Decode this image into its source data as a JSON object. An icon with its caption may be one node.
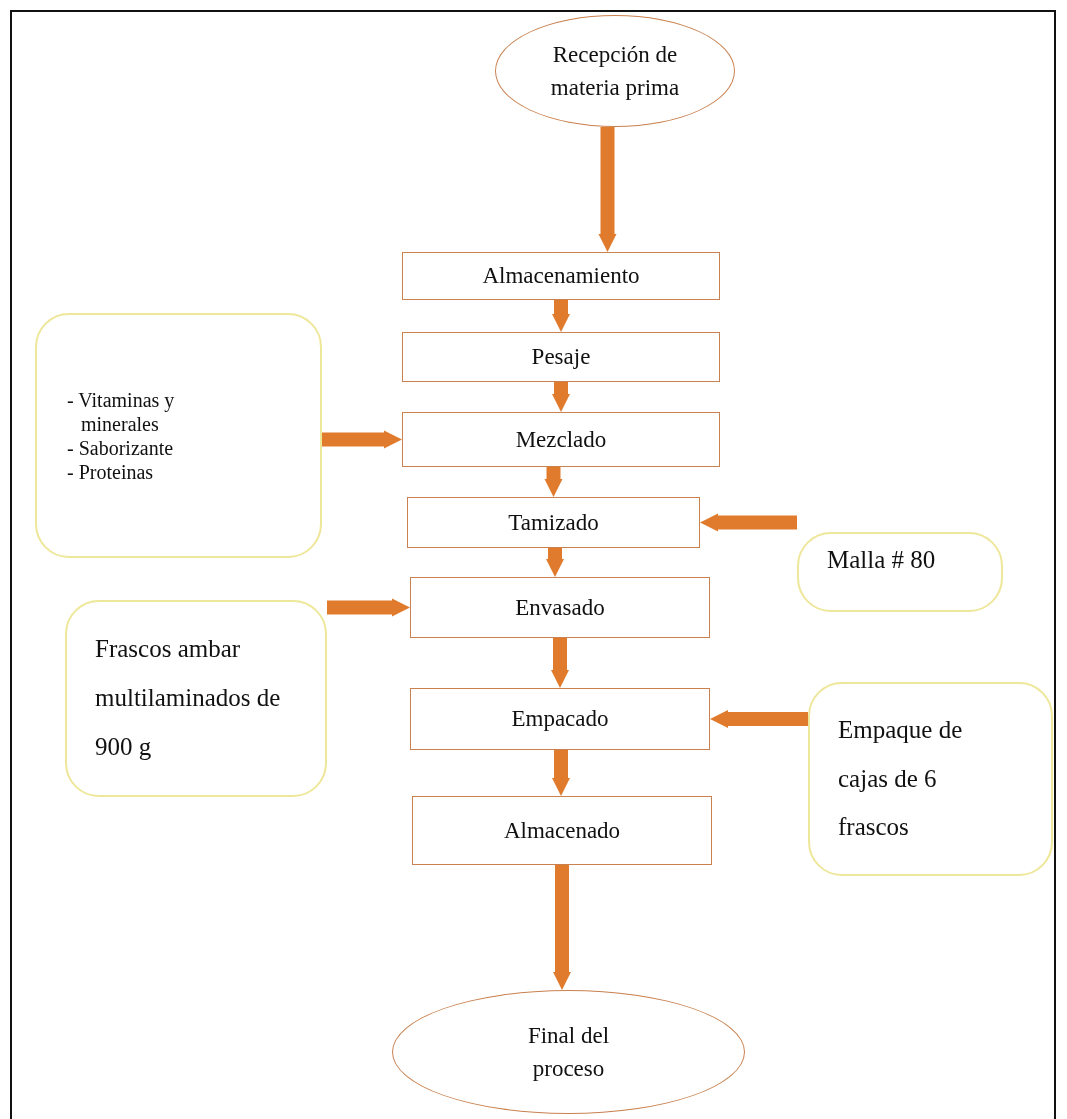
{
  "diagram": {
    "nodes": [
      {
        "text": [
          "Recepción de materia prima"
        ]
      },
      {
        "text": [
          "Almacenamiento"
        ]
      },
      {
        "text": [
          "Pesaje"
        ]
      },
      {
        "text": [
          "Mezclado"
        ]
      },
      {
        "text": [
          "Tamizado"
        ]
      },
      {
        "text": [
          "Envasado"
        ]
      },
      {
        "text": [
          "Empacado"
        ]
      },
      {
        "text": [
          "Almacenado"
        ]
      },
      {
        "text": [
          "Final del proceso"
        ]
      },
      {
        "text": [
          "- Vitaminas y minerales",
          "- Saborizante",
          "- Proteinas"
        ]
      },
      {
        "text": [
          "Malla # 80"
        ]
      },
      {
        "text": [
          "Frascos ambar multilaminados de 900 g"
        ]
      },
      {
        "text": [
          "Empaque de cajas de 6 frascos"
        ]
      }
    ],
    "edges": [
      {
        "from": 0,
        "to": 1,
        "arrow": "to"
      },
      {
        "from": 1,
        "to": 2,
        "arrow": "to"
      },
      {
        "from": 2,
        "to": 3,
        "arrow": "to"
      },
      {
        "from": 3,
        "to": 4,
        "arrow": "to"
      },
      {
        "from": 4,
        "to": 5,
        "arrow": "to"
      },
      {
        "from": 5,
        "to": 6,
        "arrow": "to"
      },
      {
        "from": 6,
        "to": 7,
        "arrow": "to"
      },
      {
        "from": 7,
        "to": 8,
        "arrow": "to"
      },
      {
        "from": 9,
        "to": 3,
        "arrow": "to"
      },
      {
        "from": 10,
        "to": 4,
        "arrow": "to"
      },
      {
        "from": 11,
        "to": 5,
        "arrow": "to"
      },
      {
        "from": 12,
        "to": 6,
        "arrow": "to"
      }
    ]
  }
}
